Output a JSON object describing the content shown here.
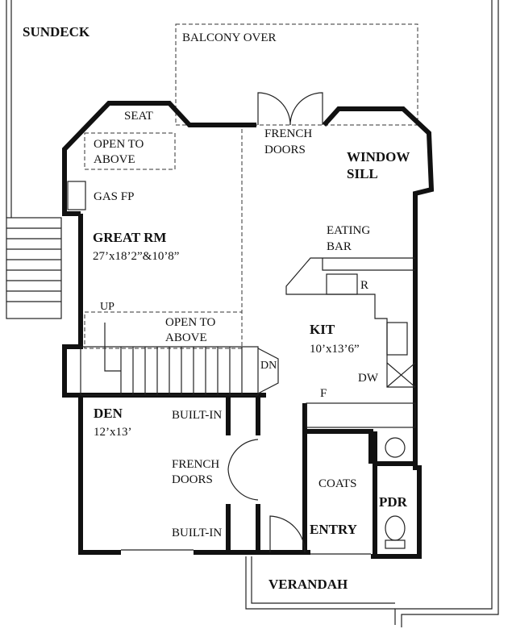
{
  "rooms": {
    "sundeck": "SUNDECK",
    "balcony": "BALCONY OVER",
    "seat": "SEAT",
    "open_above_1_l1": "OPEN TO",
    "open_above_1_l2": "ABOVE",
    "gas_fp": "GAS FP",
    "french_doors_1_l1": "FRENCH",
    "french_doors_1_l2": "DOORS",
    "window_sill_l1": "WINDOW",
    "window_sill_l2": "SILL",
    "great_rm": "GREAT RM",
    "great_rm_dim": "27’x18’2”&10’8”",
    "eating_bar_l1": "EATING",
    "eating_bar_l2": "BAR",
    "range": "R",
    "up": "UP",
    "open_above_2_l1": "OPEN TO",
    "open_above_2_l2": "ABOVE",
    "kit": "KIT",
    "kit_dim": "10’x13’6”",
    "dn": "DN",
    "dw": "DW",
    "fridge": "F",
    "den": "DEN",
    "den_dim": "12’x13’",
    "built_in_1": "BUILT-IN",
    "french_doors_2_l1": "FRENCH",
    "french_doors_2_l2": "DOORS",
    "built_in_2": "BUILT-IN",
    "coats": "COATS",
    "pdr": "PDR",
    "entry": "ENTRY",
    "verandah": "VERANDAH"
  }
}
